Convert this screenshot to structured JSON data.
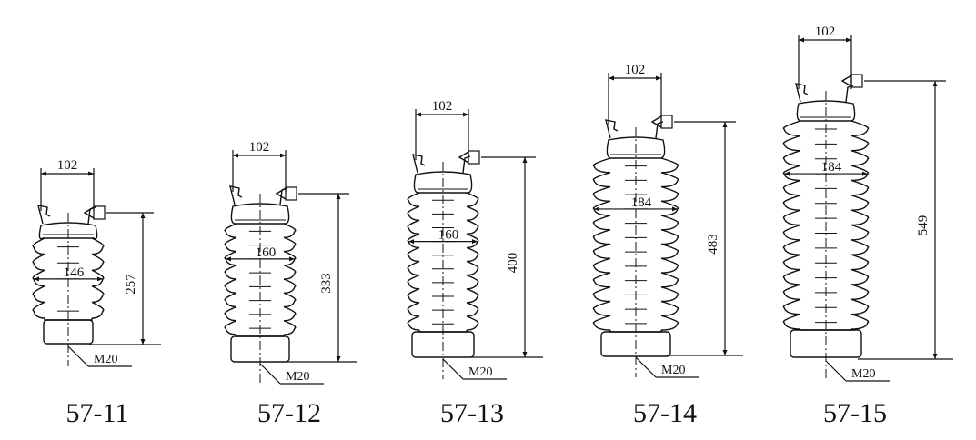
{
  "insulators": [
    {
      "model": "57-11",
      "top_width": "102",
      "shed_diameter": "146",
      "height": "257",
      "thread": "M20",
      "sheds": 5
    },
    {
      "model": "57-12",
      "top_width": "102",
      "shed_diameter": "160",
      "height": "333",
      "thread": "M20",
      "sheds": 8
    },
    {
      "model": "57-13",
      "top_width": "102",
      "shed_diameter": "160",
      "height": "400",
      "thread": "M20",
      "sheds": 10
    },
    {
      "model": "57-14",
      "top_width": "102",
      "shed_diameter": "184",
      "height": "483",
      "thread": "M20",
      "sheds": 12
    },
    {
      "model": "57-15",
      "top_width": "102",
      "shed_diameter": "184",
      "height": "549",
      "thread": "M20",
      "sheds": 14
    }
  ],
  "colors": {
    "line": "#111111",
    "background": "#ffffff"
  }
}
